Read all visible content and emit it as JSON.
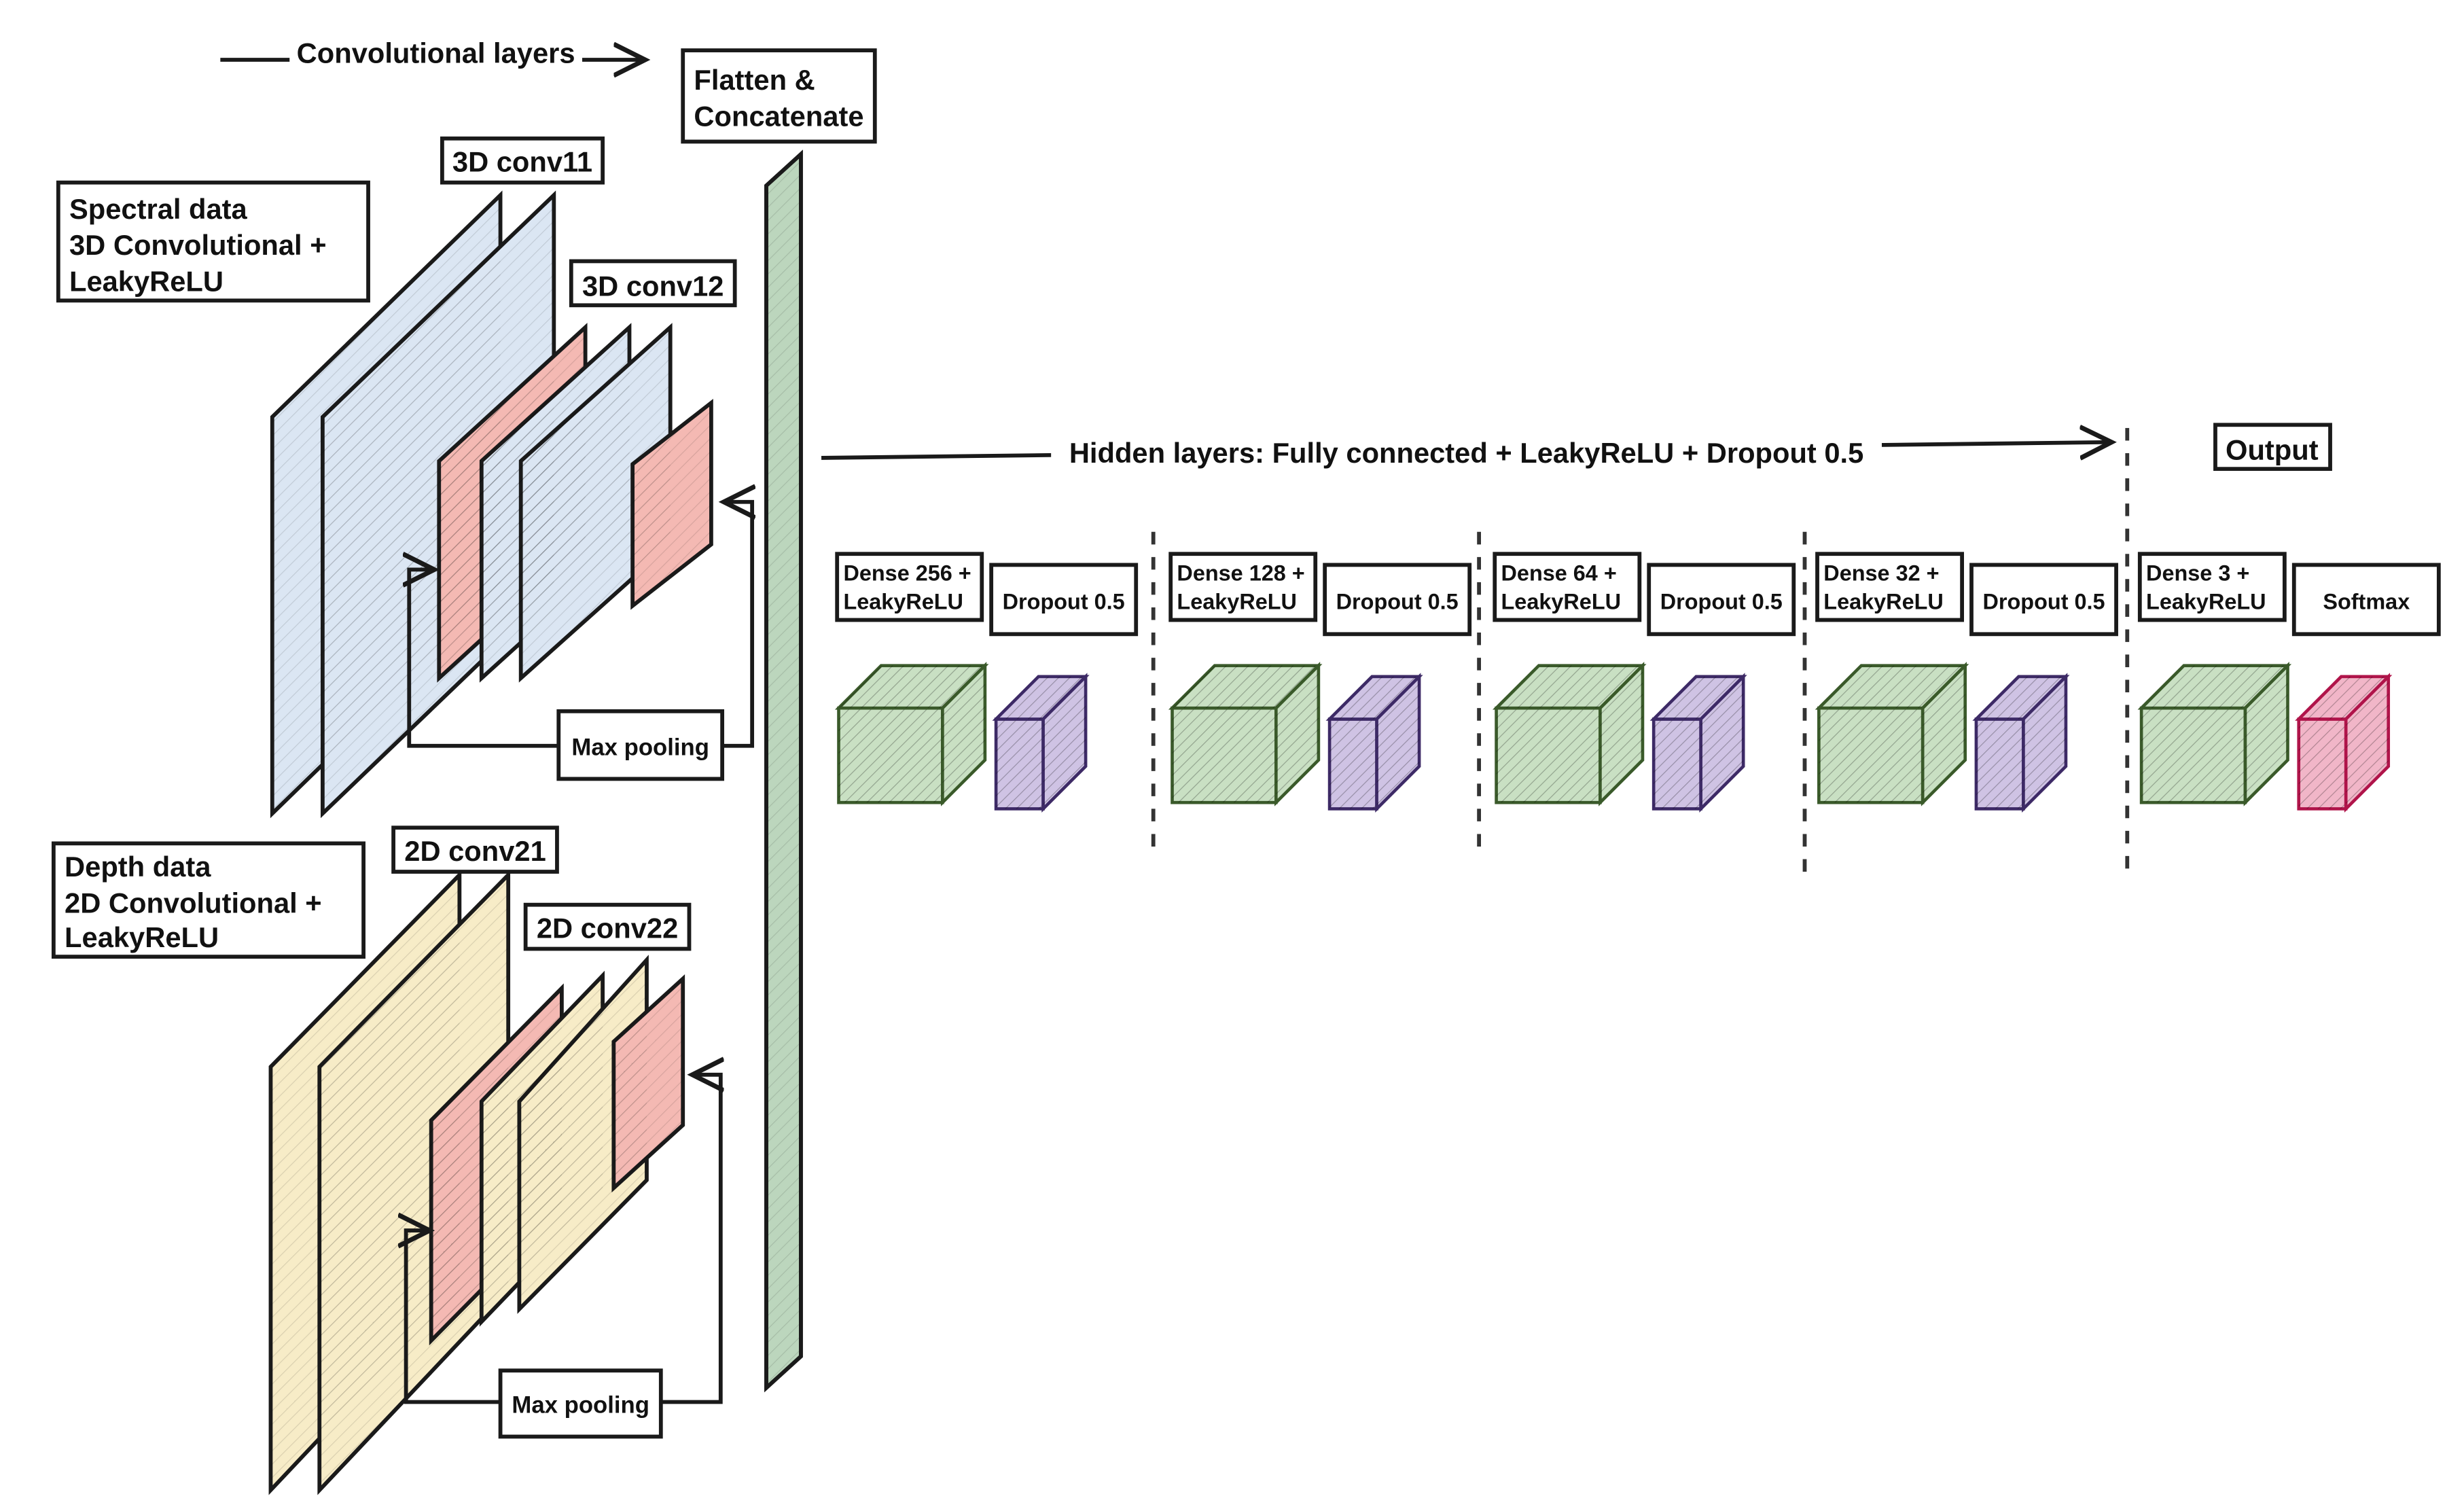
{
  "headers": {
    "convolutional": "Convolutional layers",
    "flatten_line1": "Flatten &",
    "flatten_line2": "Concatenate",
    "hidden": "Hidden layers: Fully connected + LeakyReLU + Dropout 0.5",
    "output": "Output"
  },
  "spectral": {
    "desc": [
      "Spectral data",
      "3D Convolutional +",
      "LeakyReLU"
    ],
    "conv1": "3D conv11",
    "conv2": "3D conv12",
    "pool": "Max pooling",
    "plate_color": "#dbe6f3",
    "pool_color": "#f4b9b3"
  },
  "depth": {
    "desc": [
      "Depth data",
      "2D Convolutional +",
      "LeakyReLU"
    ],
    "conv1": "2D conv21",
    "conv2": "2D conv22",
    "pool": "Max pooling",
    "plate_color": "#f7ecc7",
    "pool_color": "#f4b9b3"
  },
  "flatten_color": "#bcd6bd",
  "dense_blocks": [
    {
      "dense": [
        "Dense 256 +",
        "LeakyReLU"
      ],
      "act": "Dropout 0.5",
      "dense_color": "#c9e0c3",
      "act_color": "#cfc3e4"
    },
    {
      "dense": [
        "Dense 128 +",
        "LeakyReLU"
      ],
      "act": "Dropout 0.5",
      "dense_color": "#c9e0c3",
      "act_color": "#cfc3e4"
    },
    {
      "dense": [
        "Dense 64 +",
        "LeakyReLU"
      ],
      "act": "Dropout 0.5",
      "dense_color": "#c9e0c3",
      "act_color": "#cfc3e4"
    },
    {
      "dense": [
        "Dense 32 +",
        "LeakyReLU"
      ],
      "act": "Dropout 0.5",
      "dense_color": "#c9e0c3",
      "act_color": "#cfc3e4"
    },
    {
      "dense": [
        "Dense 3 +",
        "LeakyReLU"
      ],
      "act": "Softmax",
      "dense_color": "#c9e0c3",
      "act_color": "#f1b6c8"
    }
  ]
}
